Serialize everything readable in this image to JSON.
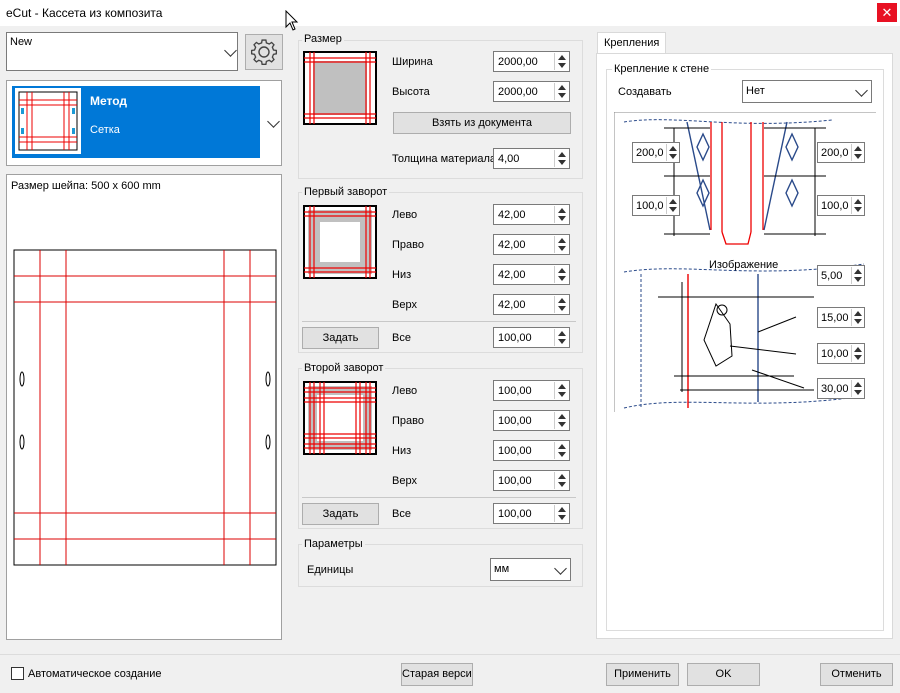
{
  "window": {
    "title": "eCut - Кассета из композита",
    "close_glyph": "✕"
  },
  "preset": {
    "value": "New"
  },
  "method": {
    "title": "Метод",
    "subtitle": "Сетка"
  },
  "preview": {
    "size_label": "Размер шейпа: 500 x 600 mm"
  },
  "size_group": {
    "label": "Размер",
    "width_label": "Ширина",
    "width_value": "2000,00",
    "height_label": "Высота",
    "height_value": "2000,00",
    "take_button": "Взять из документа",
    "thickness_label": "Толщина материала",
    "thickness_value": "4,00"
  },
  "first_fold": {
    "label": "Первый заворот",
    "left_label": "Лево",
    "left_value": "42,00",
    "right_label": "Право",
    "right_value": "42,00",
    "bottom_label": "Низ",
    "bottom_value": "42,00",
    "top_label": "Верх",
    "top_value": "42,00",
    "set_button": "Задать",
    "all_label": "Все",
    "all_value": "100,00"
  },
  "second_fold": {
    "label": "Второй заворот",
    "left_label": "Лево",
    "left_value": "100,00",
    "right_label": "Право",
    "right_value": "100,00",
    "bottom_label": "Низ",
    "bottom_value": "100,00",
    "top_label": "Верх",
    "top_value": "100,00",
    "set_button": "Задать",
    "all_label": "Все",
    "all_value": "100,00"
  },
  "params": {
    "label": "Параметры",
    "units_label": "Единицы",
    "units_value": "мм"
  },
  "fastenings": {
    "tab": "Крепления",
    "wall_label": "Крепление к стене",
    "create_label": "Создавать",
    "create_value": "Нет",
    "left_top": "200,0",
    "left_bottom": "100,0",
    "right_top": "200,0",
    "right_bottom": "100,0",
    "image_label": "Изображение",
    "dim1": "5,00",
    "dim2": "15,00",
    "dim3": "10,00",
    "dim4": "30,00"
  },
  "footer": {
    "auto_label": "Автоматическое создание",
    "old_version": "Старая версия",
    "apply": "Применить",
    "ok": "OK",
    "cancel": "Отменить"
  },
  "colors": {
    "accent": "#0078d7",
    "cut_line": "#e00000",
    "fold_line": "#2a4a8a",
    "close": "#e81123"
  }
}
